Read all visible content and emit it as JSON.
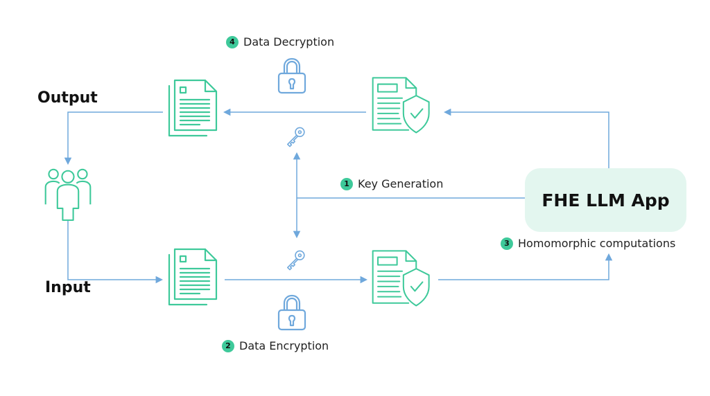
{
  "labels": {
    "output": "Output",
    "input": "Input"
  },
  "app": {
    "title": "FHE LLM App"
  },
  "steps": [
    {
      "number": "1",
      "label": "Key Generation"
    },
    {
      "number": "2",
      "label": "Data Encryption"
    },
    {
      "number": "3",
      "label": "Homomorphic computations"
    },
    {
      "number": "4",
      "label": "Data Decryption"
    }
  ],
  "colors": {
    "icon_stroke": "#3ec99a",
    "arrow": "#6fa8dc",
    "lock": "#6fa8dc",
    "badge": "#3ec99a",
    "app_fill": "#e3f6ef"
  },
  "icons": {
    "output_document": "document-stack-icon",
    "decrypted_document": "secure-document-icon",
    "input_document": "document-stack-icon",
    "encrypted_document": "secure-document-icon",
    "users": "users-group-icon",
    "top_key": "key-icon",
    "bottom_key": "key-icon",
    "top_lock": "lock-icon",
    "bottom_lock": "lock-icon"
  }
}
